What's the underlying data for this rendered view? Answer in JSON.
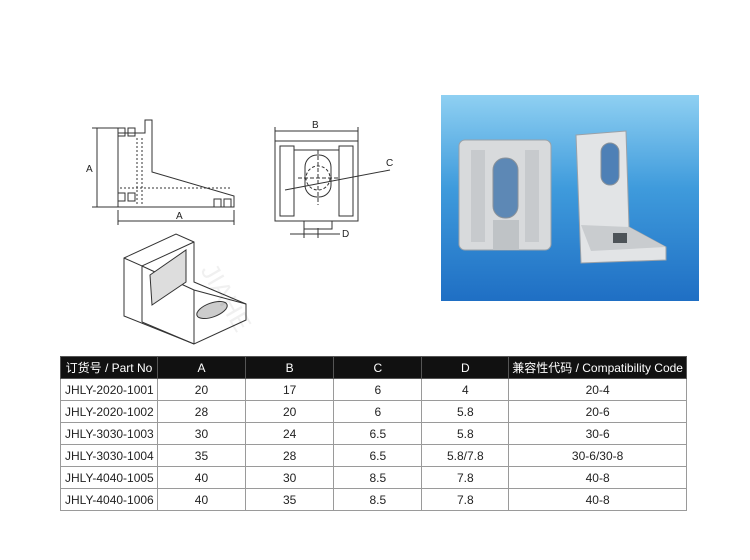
{
  "drawings": {
    "side_view": {
      "dim_vertical": "A",
      "dim_horizontal": "A"
    },
    "front_view": {
      "dim_width": "B",
      "dim_diagonal": "C",
      "dim_bottom": "D"
    }
  },
  "watermark_text": "JIAHE",
  "table": {
    "headers": [
      "订货号 / Part No",
      "A",
      "B",
      "C",
      "D",
      "兼容性代码 / Compatibility Code"
    ],
    "rows": [
      [
        "JHLY-2020-1001",
        "20",
        "17",
        "6",
        "4",
        "20-4"
      ],
      [
        "JHLY-2020-1002",
        "28",
        "20",
        "6",
        "5.8",
        "20-6"
      ],
      [
        "JHLY-3030-1003",
        "30",
        "24",
        "6.5",
        "5.8",
        "30-6"
      ],
      [
        "JHLY-3030-1004",
        "35",
        "28",
        "6.5",
        "5.8/7.8",
        "30-6/30-8"
      ],
      [
        "JHLY-4040-1005",
        "40",
        "30",
        "8.5",
        "7.8",
        "40-8"
      ],
      [
        "JHLY-4040-1006",
        "40",
        "35",
        "8.5",
        "7.8",
        "40-8"
      ]
    ]
  },
  "colors": {
    "header_bg": "#111111",
    "photo_bg_top": "#8fd0f2",
    "photo_bg_bottom": "#1f6fc4",
    "part_metal": "#d9dcdf"
  }
}
